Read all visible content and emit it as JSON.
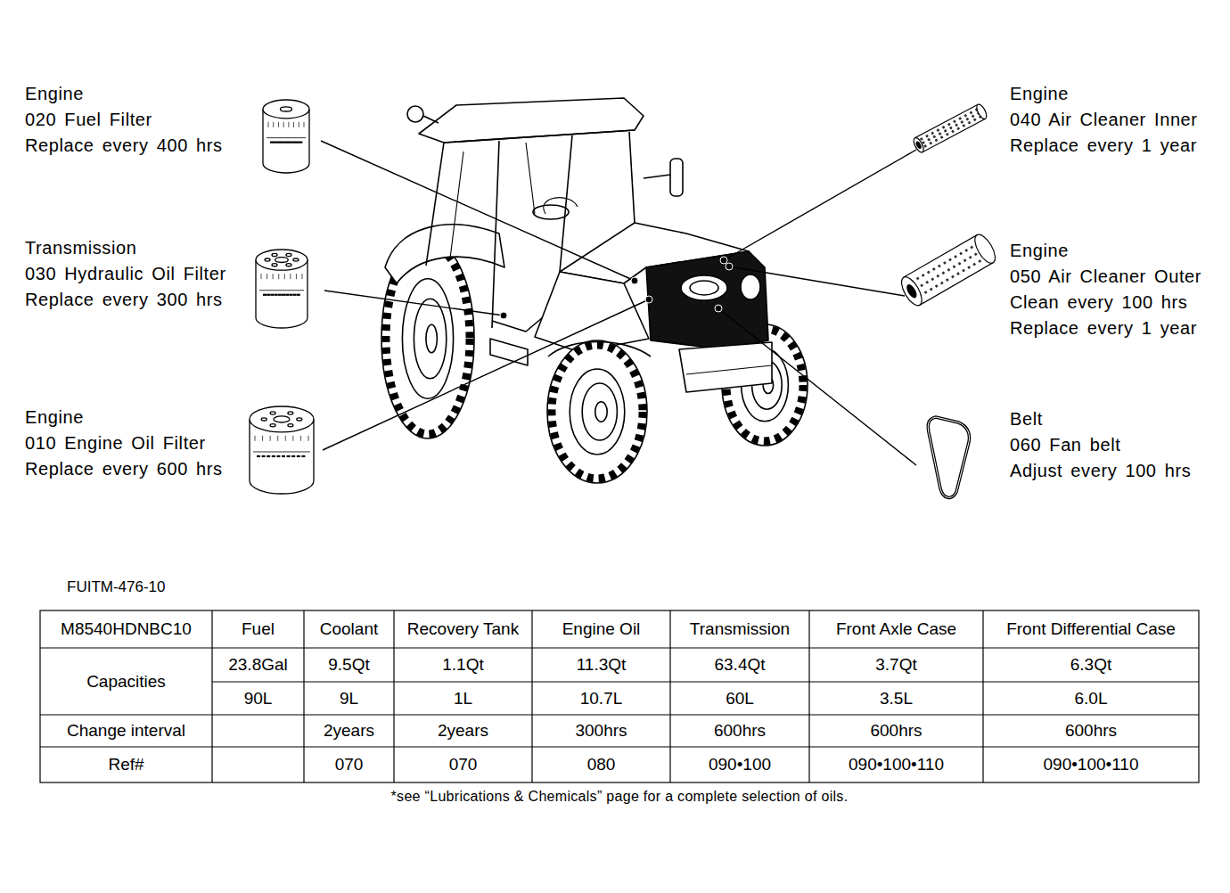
{
  "diagram": {
    "labels": [
      "Engine",
      "020 Fuel Filter",
      "Replace every 400 hrs",
      "Transmission",
      "030 Hydraulic Oil Filter",
      "Replace every 300 hrs",
      "Engine",
      "010 Engine Oil Filter",
      "Replace every 600 hrs",
      "Engine",
      "040 Air Cleaner Inner",
      "Replace every 1 year",
      "Engine",
      "050 Air Cleaner Outer",
      "Clean every 100 hrs",
      "Replace every 1 year",
      "Belt",
      "060 Fan belt",
      "Adjust every 100 hrs",
      "FUITM-476-10",
      "M8540HDNBC10",
      "Fuel",
      "Coolant",
      "Recovery Tank",
      "Engine Oil",
      "Transmission",
      "Front Axle Case",
      "Front Differential Case",
      "Capacities",
      "23.8Gal",
      "9.5Qt",
      "1.1Qt",
      "11.3Qt",
      "63.4Qt",
      "3.7Qt",
      "6.3Qt",
      "90L",
      "9L",
      "1L",
      "10.7L",
      "60L",
      "3.5L",
      "6.0L",
      "Change interval",
      "2years",
      "2years",
      "300hrs",
      "600hrs",
      "600hrs",
      "600hrs",
      "Ref#",
      "070",
      "070",
      "080",
      "090•100",
      "090•100•110",
      "090•100•110",
      "*see “Lubrications & Chemicals” page for a complete selection of oils."
    ]
  }
}
